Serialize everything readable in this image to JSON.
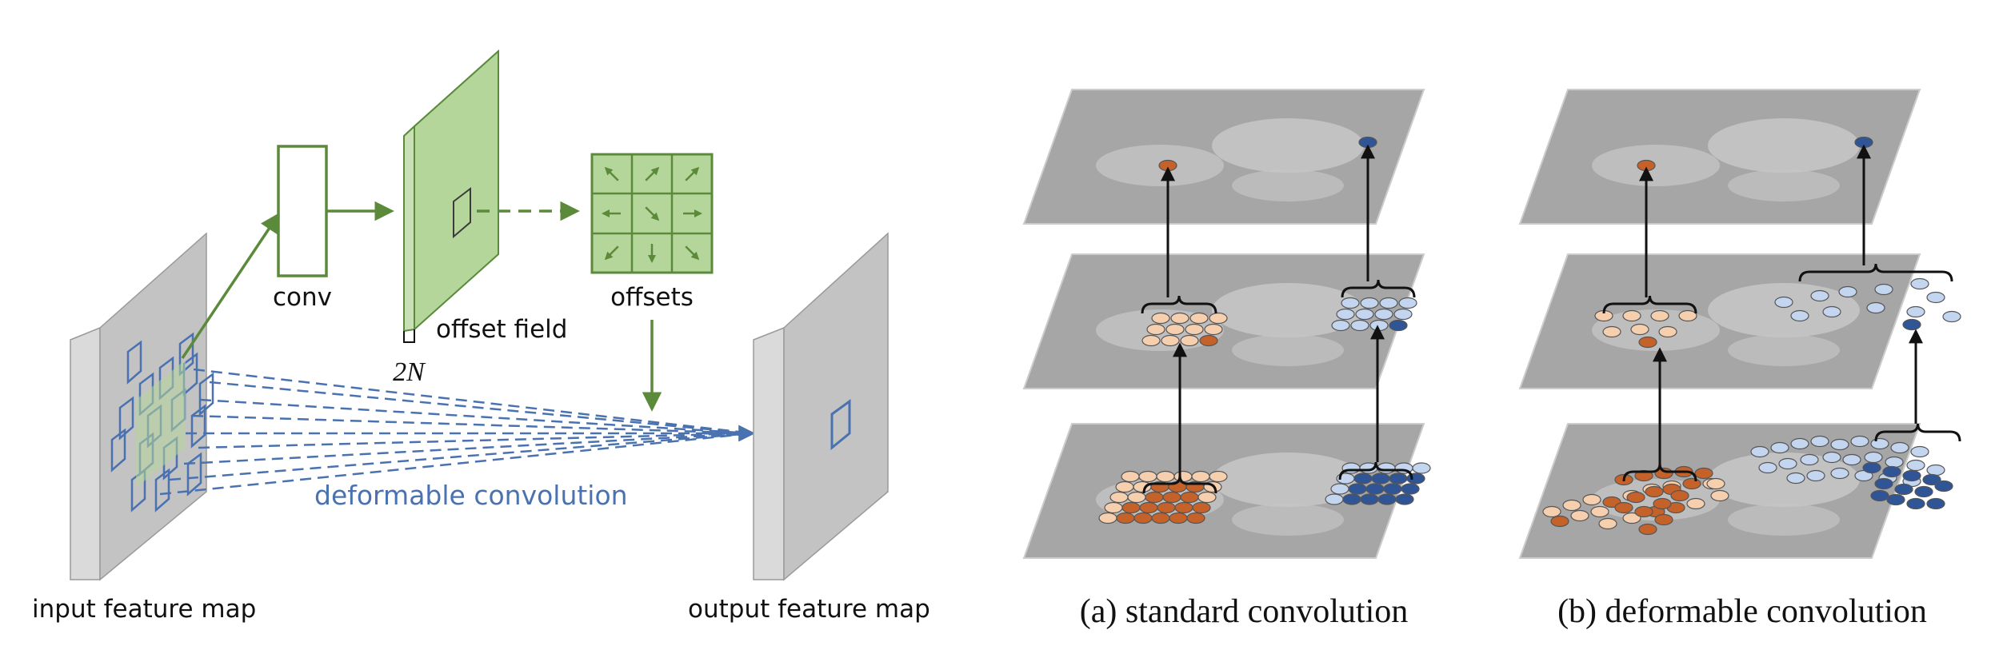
{
  "left_diagram": {
    "conv_label": "conv",
    "offset_field_label": "offset field",
    "channels_label": "2N",
    "offsets_label": "offsets",
    "operation_label": "deformable convolution",
    "input_label": "input feature map",
    "output_label": "output feature map",
    "offset_arrows": [
      "up-left",
      "up-right",
      "up-right",
      "left",
      "down-right",
      "right",
      "down-left",
      "down",
      "down-right"
    ]
  },
  "right_diagram": {
    "captions": [
      "(a) standard convolution",
      "(b) deformable convolution"
    ],
    "layers": 3
  },
  "colors": {
    "green_stroke": "#5b8a3a",
    "green_fill": "#b5d69a",
    "blue": "#4a72b0",
    "panel_face": "#c3c3c3",
    "panel_side": "#dadada",
    "orange_dark": "#c5622a",
    "orange_light": "#f6cfae",
    "blue_dark": "#2f5597",
    "blue_light": "#c4d5f0"
  }
}
